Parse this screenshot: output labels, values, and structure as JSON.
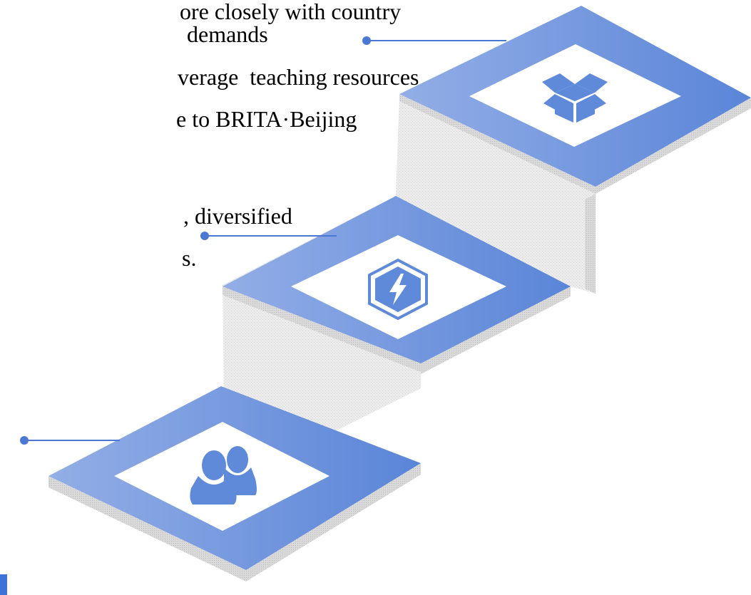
{
  "text_lines": [
    "ore closely with country",
    "demands",
    "verage  teaching resources",
    "e to BRITA·Beijing",
    ", diversified",
    "s."
  ],
  "steps": [
    {
      "level": "top",
      "icon": "open-box-icon"
    },
    {
      "level": "middle",
      "icon": "lightning-hexagon-icon"
    },
    {
      "level": "bottom",
      "icon": "users-icon"
    }
  ],
  "colors": {
    "tile_light": "#93aee6",
    "tile_dark": "#5a85d8",
    "connector": "#4a78d2",
    "icon": "#5f8ad9",
    "wall": "#e6e6e6",
    "text": "#000000"
  }
}
